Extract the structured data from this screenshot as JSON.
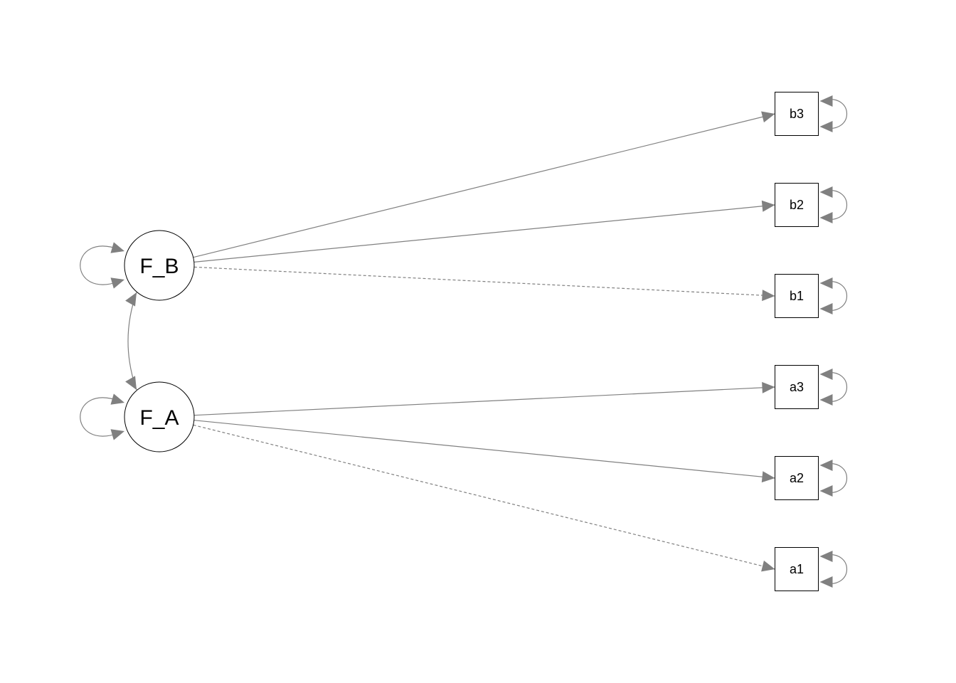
{
  "latents": [
    {
      "id": "F_B",
      "label": "F_B"
    },
    {
      "id": "F_A",
      "label": "F_A"
    }
  ],
  "observed": [
    {
      "id": "b3",
      "label": "b3"
    },
    {
      "id": "b2",
      "label": "b2"
    },
    {
      "id": "b1",
      "label": "b1"
    },
    {
      "id": "a3",
      "label": "a3"
    },
    {
      "id": "a2",
      "label": "a2"
    },
    {
      "id": "a1",
      "label": "a1"
    }
  ],
  "loadings": [
    {
      "from": "F_B",
      "to": "b3",
      "fixed": false
    },
    {
      "from": "F_B",
      "to": "b2",
      "fixed": false
    },
    {
      "from": "F_B",
      "to": "b1",
      "fixed": true
    },
    {
      "from": "F_A",
      "to": "a3",
      "fixed": false
    },
    {
      "from": "F_A",
      "to": "a2",
      "fixed": false
    },
    {
      "from": "F_A",
      "to": "a1",
      "fixed": true
    }
  ],
  "covariances": [
    {
      "between": [
        "F_B",
        "F_A"
      ]
    }
  ],
  "colors": {
    "edge": "#808080",
    "node_stroke": "#000000",
    "node_fill": "#ffffff",
    "label": "#000000"
  }
}
